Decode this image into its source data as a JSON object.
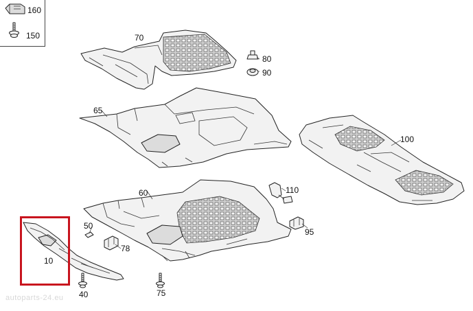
{
  "callouts": {
    "c160": "160",
    "c150": "150",
    "c70": "70",
    "c80": "80",
    "c90": "90",
    "c65": "65",
    "c100": "100",
    "c60": "60",
    "c110": "110",
    "c50": "50",
    "c95": "95",
    "c78": "78",
    "c10": "10",
    "c40": "40",
    "c75": "75"
  },
  "highlight_color": "#c8141e",
  "watermark": "autoparts-24.eu"
}
